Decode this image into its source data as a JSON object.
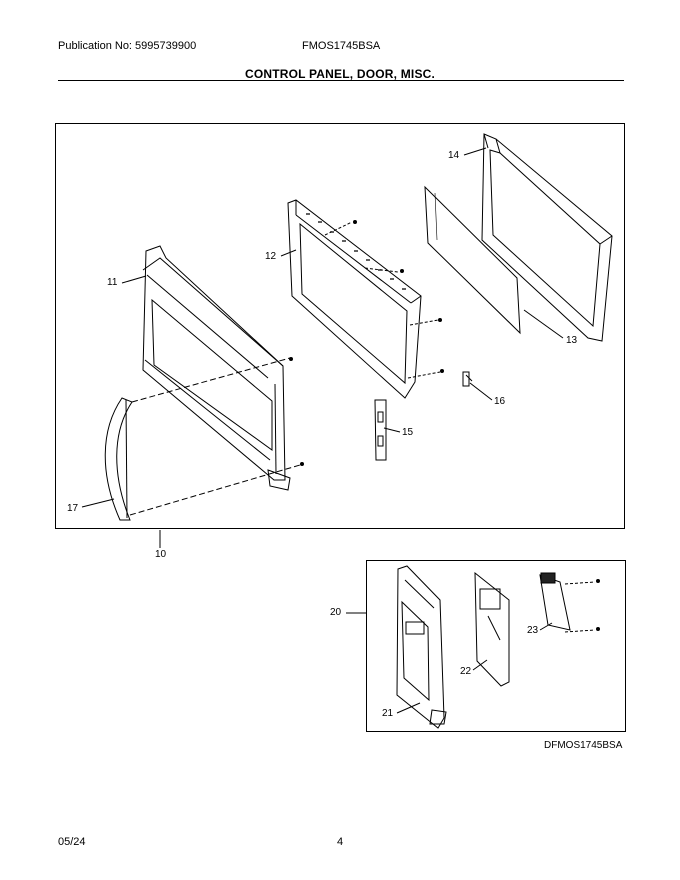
{
  "header": {
    "publication": "Publication No: 5995739900",
    "model": "FMOS1745BSA"
  },
  "title": "CONTROL PANEL, DOOR, MISC.",
  "callouts": {
    "c10": "10",
    "c11": "11",
    "c12": "12",
    "c13": "13",
    "c14": "14",
    "c15": "15",
    "c16": "16",
    "c17": "17",
    "c20": "20",
    "c21": "21",
    "c22": "22",
    "c23": "23"
  },
  "diagram_code": "DFMOS1745BSA",
  "footer": {
    "date": "05/24",
    "page": "4"
  }
}
